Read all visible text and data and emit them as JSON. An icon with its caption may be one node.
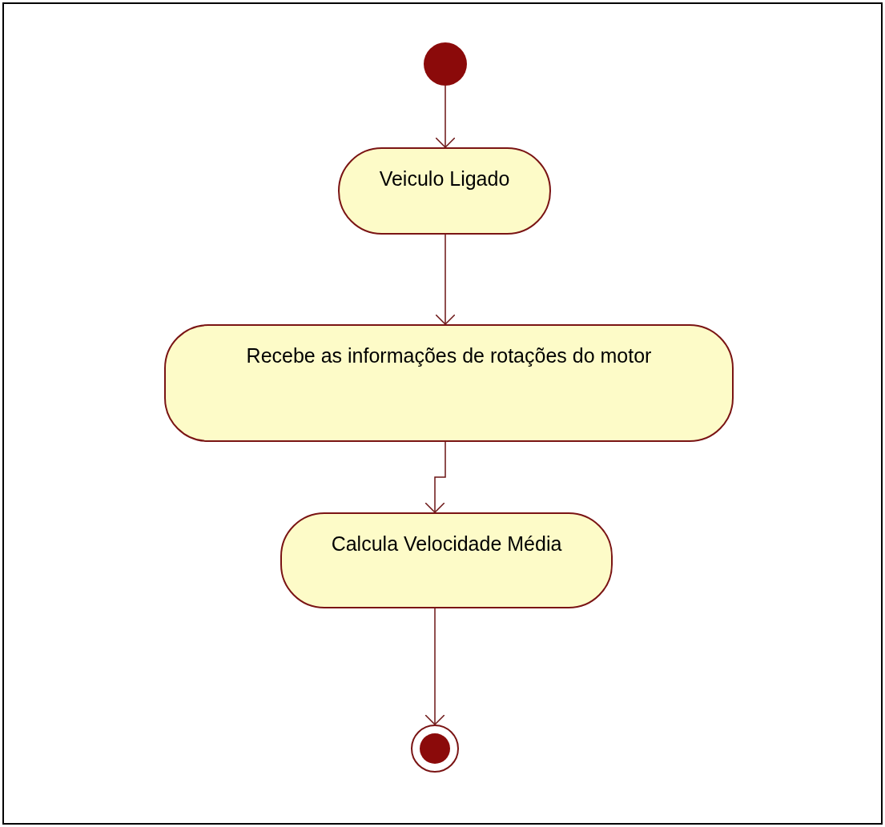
{
  "diagram": {
    "nodes": [
      {
        "text": [],
        "shape": "circle"
      },
      {
        "text": [
          "Veiculo Ligado"
        ]
      },
      {
        "text": [
          "Recebe as informações de rotações do motor"
        ]
      },
      {
        "text": [
          "Calcula Velocidade Média"
        ]
      },
      {
        "text": [],
        "shape": "circle"
      }
    ],
    "edges": [
      {
        "from": 0,
        "to": 1,
        "arrow": "to"
      },
      {
        "from": 1,
        "to": 2,
        "arrow": "to"
      },
      {
        "from": 2,
        "to": 3,
        "arrow": "to"
      },
      {
        "from": 3,
        "to": 4,
        "arrow": "to"
      }
    ]
  }
}
